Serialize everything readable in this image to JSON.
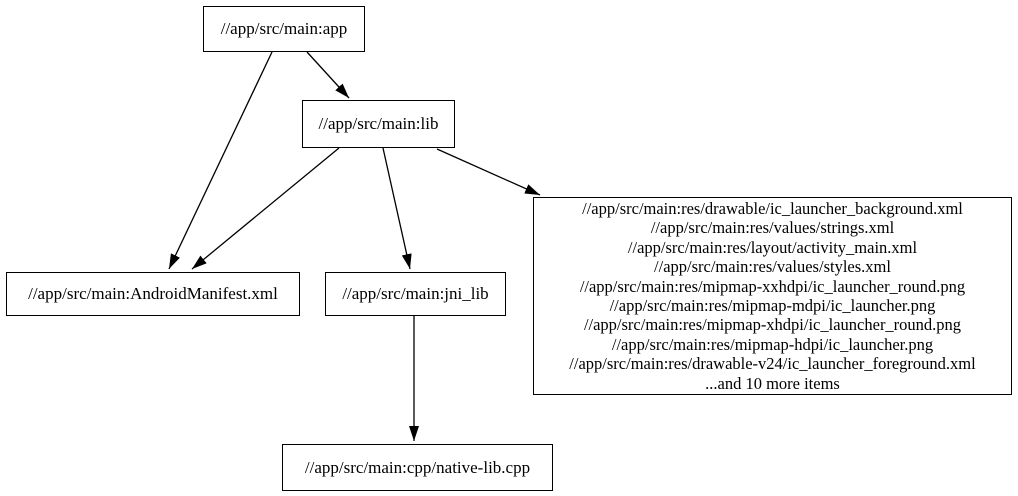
{
  "diagram": {
    "type": "dependency-graph",
    "colors": {
      "background": "#ffffff",
      "node_fill": "#ffffff",
      "node_border": "#000000",
      "text": "#000000",
      "edge": "#000000"
    },
    "nodes": {
      "app": {
        "label": "//app/src/main:app"
      },
      "lib": {
        "label": "//app/src/main:lib"
      },
      "manifest": {
        "label": "//app/src/main:AndroidManifest.xml"
      },
      "jni_lib": {
        "label": "//app/src/main:jni_lib"
      },
      "resources": {
        "lines": [
          "//app/src/main:res/drawable/ic_launcher_background.xml",
          "//app/src/main:res/values/strings.xml",
          "//app/src/main:res/layout/activity_main.xml",
          "//app/src/main:res/values/styles.xml",
          "//app/src/main:res/mipmap-xxhdpi/ic_launcher_round.png",
          "//app/src/main:res/mipmap-mdpi/ic_launcher.png",
          "//app/src/main:res/mipmap-xhdpi/ic_launcher_round.png",
          "//app/src/main:res/mipmap-hdpi/ic_launcher.png",
          "//app/src/main:res/drawable-v24/ic_launcher_foreground.xml",
          "...and 10 more items"
        ]
      },
      "native_lib": {
        "label": "//app/src/main:cpp/native-lib.cpp"
      }
    },
    "edges": [
      {
        "from": "app",
        "to": "manifest"
      },
      {
        "from": "app",
        "to": "lib"
      },
      {
        "from": "lib",
        "to": "manifest"
      },
      {
        "from": "lib",
        "to": "jni_lib"
      },
      {
        "from": "lib",
        "to": "resources"
      },
      {
        "from": "jni_lib",
        "to": "native_lib"
      }
    ]
  }
}
